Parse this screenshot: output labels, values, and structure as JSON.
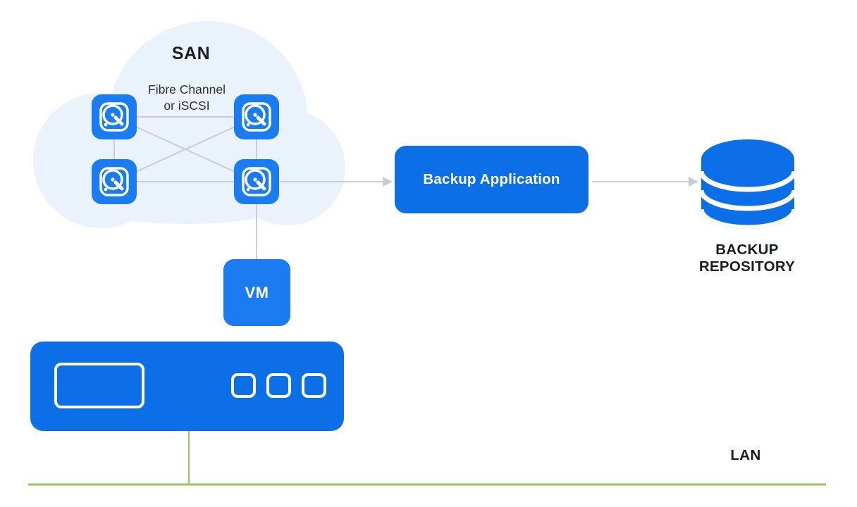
{
  "colors": {
    "node_blue": "#1b7cf2",
    "deep_blue": "#0d6fe8",
    "cloud_fill": "#eaf2fc",
    "connector_gray": "#c7ccd5",
    "lan_green": "#97c55f",
    "text_dark": "#1b1d22",
    "text_white": "#ffffff"
  },
  "san": {
    "label": "SAN",
    "link_label": "Fibre Channel\nor iSCSI",
    "disk_count": 4,
    "disk_icon": "hard-disk-icon"
  },
  "nodes": {
    "backup_application": {
      "label": "Backup Application"
    },
    "vm": {
      "label": "VM"
    },
    "backup_repository": {
      "label": "BACKUP REPOSITORY",
      "icon": "database-icon"
    },
    "lan": {
      "label": "LAN"
    },
    "host_server": {
      "icon": "server-icon"
    }
  }
}
